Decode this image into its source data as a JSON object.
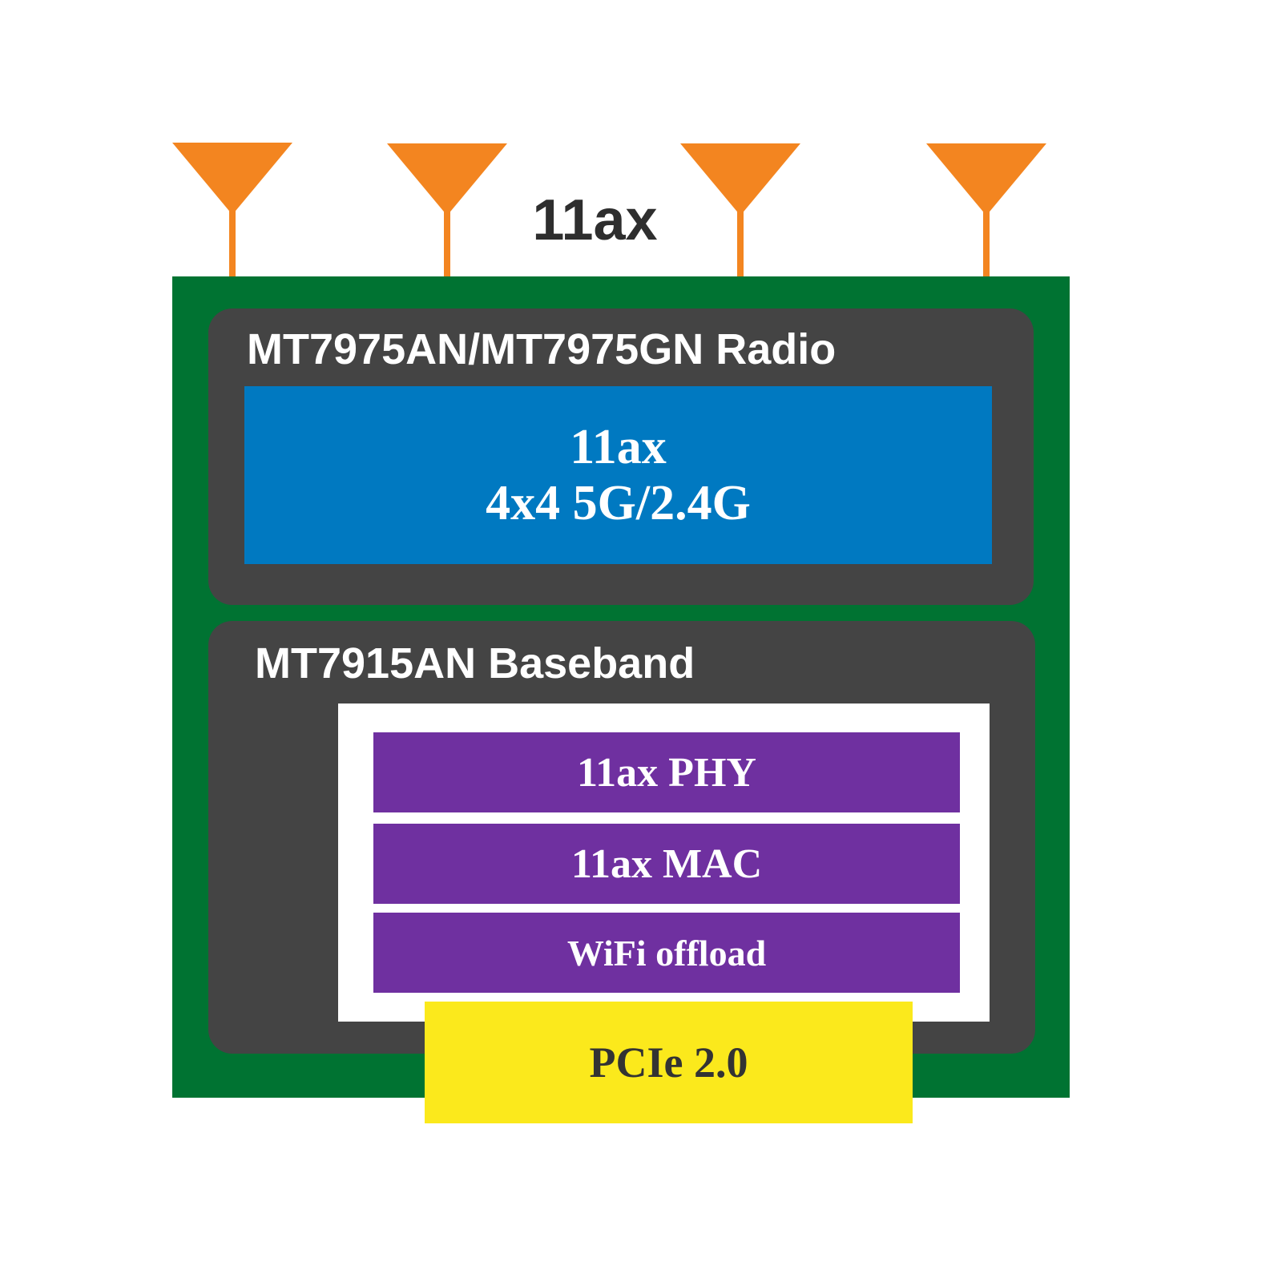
{
  "title": "11ax",
  "radio": {
    "title": "MT7975AN/MT7975GN Radio",
    "block_line1": "11ax",
    "block_line2": "4x4 5G/2.4G"
  },
  "baseband": {
    "title": "MT7915AN Baseband",
    "layers": [
      "11ax PHY",
      "11ax MAC",
      "WiFi offload"
    ]
  },
  "interface": "PCIe 2.0",
  "colors": {
    "antenna": "#f38520",
    "board": "#007332",
    "chip": "#444444",
    "radio_block": "#0079c1",
    "layer": "#6f30a0",
    "interface": "#fbe91c"
  }
}
